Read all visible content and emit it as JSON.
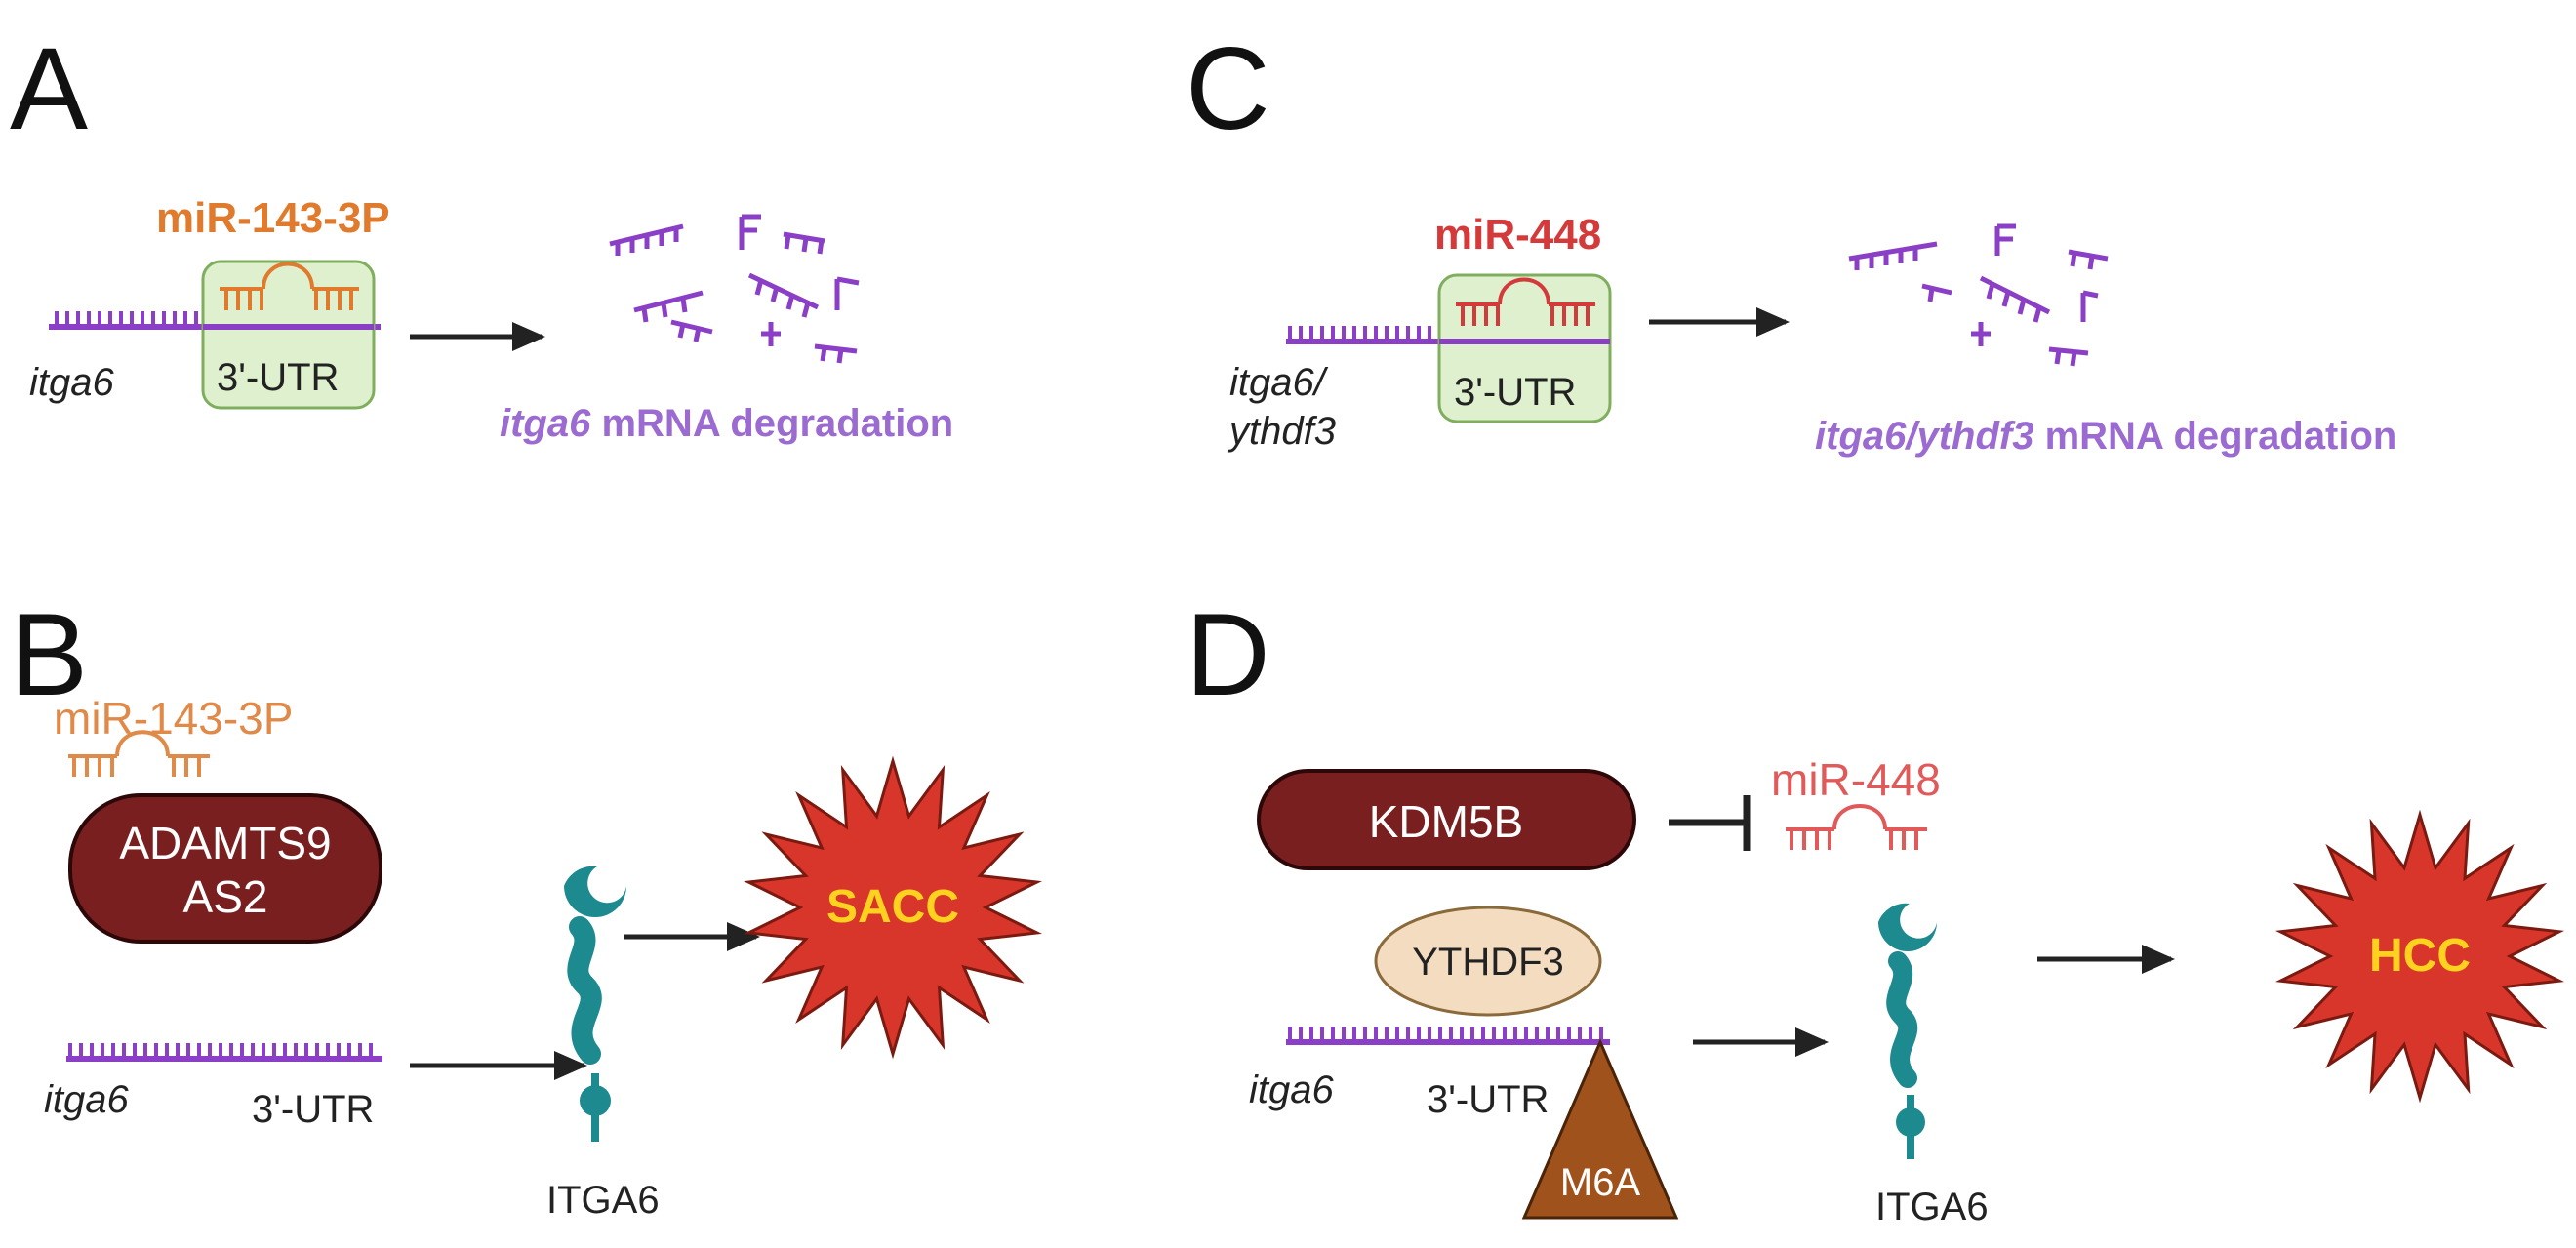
{
  "panels": {
    "A": {
      "letter": "A",
      "mirna": "miR-143-3P",
      "gene": "itga6",
      "utr": "3'-UTR",
      "degradation_gene": "itga6",
      "degradation_text": " mRNA degradation"
    },
    "B": {
      "letter": "B",
      "mirna": "miR-143-3P",
      "lncrna_line1": "ADAMTS9",
      "lncrna_line2": "AS2",
      "gene": "itga6",
      "utr": "3'-UTR",
      "protein": "ITGA6",
      "outcome": "SACC"
    },
    "C": {
      "letter": "C",
      "mirna": "miR-448",
      "gene_line1": "itga6/",
      "gene_line2": "ythdf3",
      "utr": "3'-UTR",
      "degradation_gene": "itga6/ythdf3",
      "degradation_text": " mRNA degradation"
    },
    "D": {
      "letter": "D",
      "demethylase": "KDM5B",
      "mirna": "miR-448",
      "reader": "YTHDF3",
      "gene": "itga6",
      "utr": "3'-UTR",
      "modification": "M6A",
      "protein": "ITGA6",
      "outcome": "HCC"
    }
  },
  "colors": {
    "mrna_purple": "#8a3fc6",
    "mirna_orange": "#e07a2c",
    "mirna_red": "#d43a3a",
    "utr_box_fill": "#dff0cf",
    "utr_box_stroke": "#7fae5e",
    "pill_fill": "#7a1f1f",
    "burst_fill": "#d9362b",
    "protein_teal": "#1d8a8f",
    "m6a_brown": "#a0521d",
    "ythdf3_fill": "#f4dcc0"
  }
}
